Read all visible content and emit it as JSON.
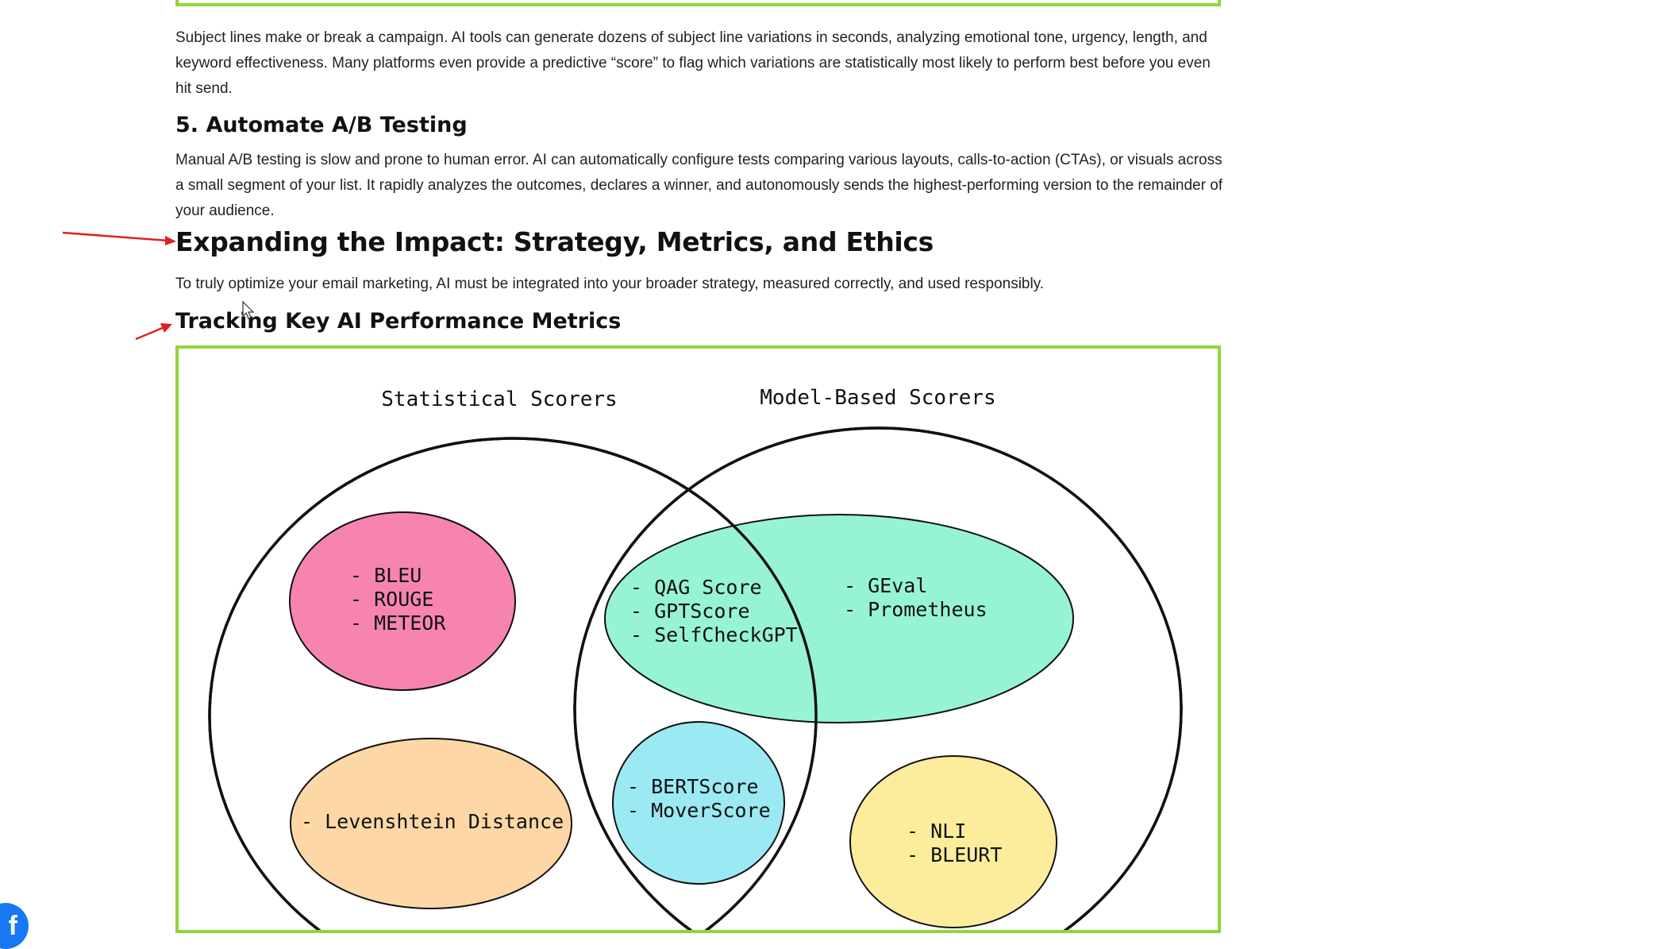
{
  "article": {
    "intro_paragraph": "Subject lines make or break a campaign. AI tools can generate dozens of subject line variations in seconds, analyzing emotional tone, urgency, length, and keyword effectiveness. Many platforms even provide a predictive “score” to flag which variations are statistically most likely to perform best before you even hit send.",
    "section5_heading": "5. Automate A/B Testing",
    "section5_paragraph": "Manual A/B testing is slow and prone to human error. AI can automatically configure tests comparing various layouts, calls-to-action (CTAs), or visuals across a small segment of your list. It rapidly analyzes the outcomes, declares a winner, and autonomously sends the highest-performing version to the remainder of your audience.",
    "h2_heading": "Expanding the Impact: Strategy, Metrics, and Ethics",
    "h2_paragraph": "To truly optimize your email marketing, AI must be integrated into your broader strategy, measured correctly, and used responsibly.",
    "h3_heading": "Tracking Key AI Performance Metrics"
  },
  "diagram": {
    "left_title": "Statistical Scorers",
    "right_title": "Model-Based Scorers",
    "groups": {
      "pink": [
        "- BLEU",
        "- ROUGE",
        "- METEOR"
      ],
      "peach": [
        "- Levenshtein Distance"
      ],
      "green_left": [
        "- QAG Score",
        "- GPTScore",
        "- SelfCheckGPT"
      ],
      "green_right": [
        "- GEval",
        "- Prometheus"
      ],
      "blue": [
        "- BERTScore",
        "- MoverScore"
      ],
      "yellow": [
        "- NLI",
        "- BLEURT"
      ]
    },
    "colors": {
      "pink": "#f784b0",
      "peach": "#fdd7a5",
      "green": "#96f3d6",
      "blue": "#9be9f2",
      "yellow": "#fdec9c",
      "frame": "#8fd63a",
      "annotation_arrow": "#e02020"
    }
  },
  "social": {
    "facebook_icon": "facebook-icon",
    "facebook_glyph": "f"
  }
}
